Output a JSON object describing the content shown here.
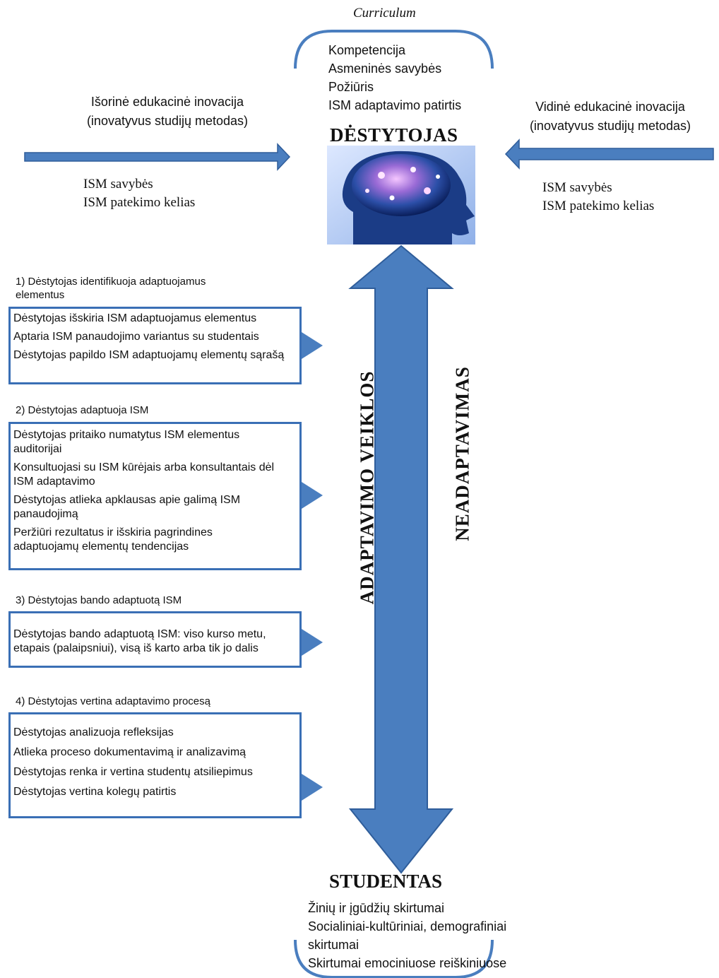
{
  "curriculum": "Curriculum",
  "top_list": [
    "Kompetencija",
    "Asmeninės savybės",
    "Požiūris",
    "ISM adaptavimo patirtis"
  ],
  "destytojas_title": "DĖSTYTOJAS",
  "inovation_left": [
    "Išorinė edukacinė inovacija",
    "(inovatyvus studijų metodas)"
  ],
  "inovation_right": [
    "Vidinė edukacinė inovacija",
    "(inovatyvus studijų metodas)"
  ],
  "props_left": [
    "ISM savybės",
    "ISM patekimo kelias"
  ],
  "props_right": [
    "ISM savybės",
    "ISM patekimo kelias"
  ],
  "steps": [
    {
      "header": "1) Dėstytojas identifikuoja adaptuojamus elementus",
      "items": [
        "Dėstytojas išskiria ISM adaptuojamus elementus",
        "Aptaria ISM panaudojimo variantus su studentais",
        "Dėstytojas papildo ISM adaptuojamų elementų sąrašą"
      ]
    },
    {
      "header": "2) Dėstytojas adaptuoja ISM",
      "items": [
        "Dėstytojas pritaiko numatytus ISM elementus auditorijai",
        "Konsultuojasi su ISM kūrėjais arba konsultantais dėl ISM adaptavimo",
        "Dėstytojas atlieka apklausas apie galimą ISM panaudojimą",
        "Peržiūri rezultatus ir išskiria pagrindines adaptuojamų elementų tendencijas"
      ]
    },
    {
      "header": "3) Dėstytojas bando adaptuotą ISM",
      "items": [
        "Dėstytojas bando adaptuotą ISM: viso kurso metu, etapais (palaipsniui), visą iš karto arba tik jo dalis"
      ]
    },
    {
      "header": "4) Dėstytojas vertina adaptavimo procesą",
      "items": [
        "Dėstytojas analizuoja refleksijas",
        "Atlieka proceso dokumentavimą ir analizavimą",
        "Dėstytojas renka ir vertina studentų atsiliepimus",
        "Dėstytojas vertina kolegų patirtis"
      ]
    }
  ],
  "vertical_left": "ADAPTAVIMO VEIKLOS",
  "vertical_right": "NEADAPTAVIMAS",
  "studentas_title": "STUDENTAS",
  "bottom_list": [
    "Žinių ir įgūdžių skirtumai",
    "Socialiniai-kultūriniai, demografiniai",
    "skirtumai",
    "Skirtumai emociniuose reiškiniuose"
  ],
  "colors": {
    "arrow_fill": "#4a7ebf",
    "arrow_stroke": "#2f5d9a",
    "box_border": "#3a6fb5",
    "bracket": "#4a7ebf"
  },
  "icons": {
    "brain": "brain-head-image"
  }
}
